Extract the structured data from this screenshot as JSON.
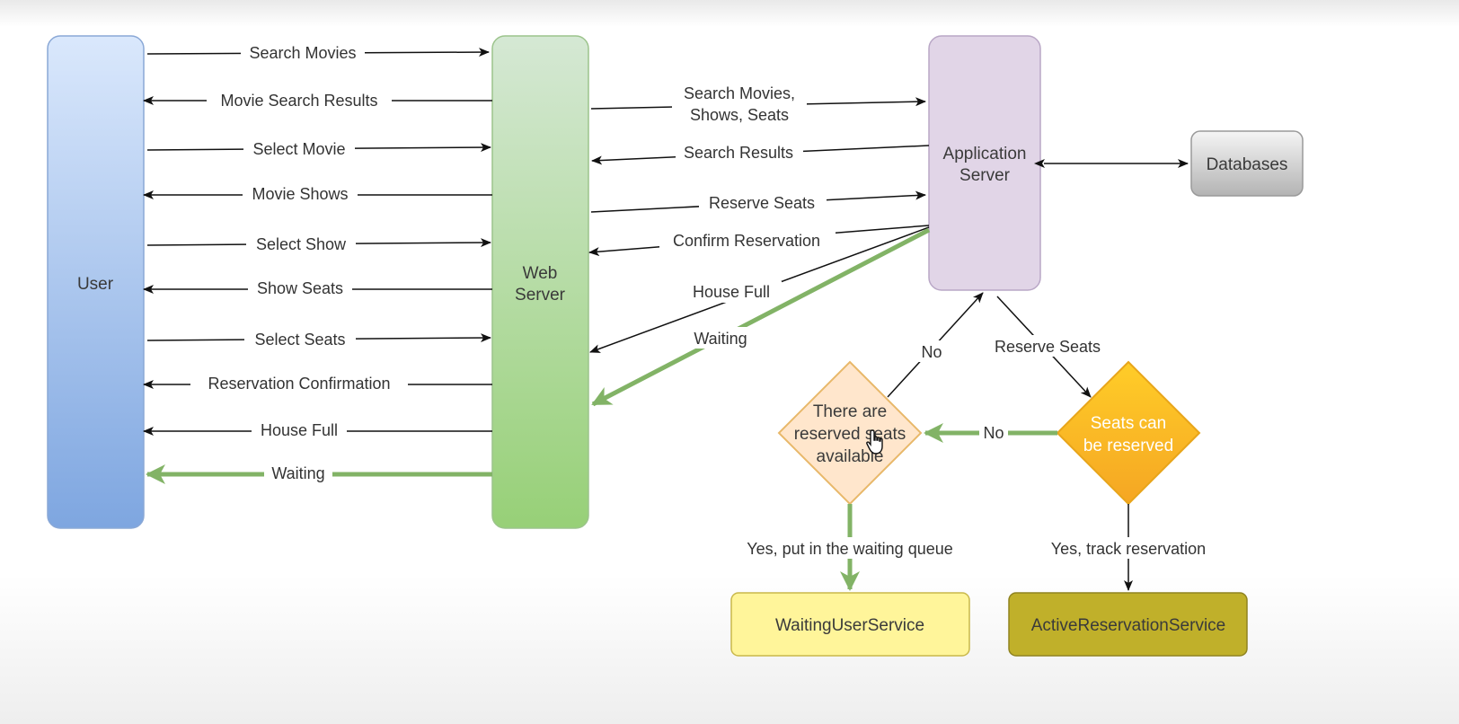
{
  "nodes": {
    "user": "User",
    "web_server": [
      "Web",
      "Server"
    ],
    "app_server": [
      "Application",
      "Server"
    ],
    "databases": "Databases",
    "check_available": [
      "There are",
      "reserved seats",
      "available"
    ],
    "can_reserve": [
      "Seats can",
      "be reserved"
    ],
    "waiting_service": "WaitingUserService",
    "active_service": "ActiveReservationService"
  },
  "user_web": [
    {
      "label": "Search Movies",
      "dir": "right"
    },
    {
      "label": "Movie Search Results",
      "dir": "left"
    },
    {
      "label": "Select Movie",
      "dir": "right"
    },
    {
      "label": "Movie Shows",
      "dir": "left"
    },
    {
      "label": "Select Show",
      "dir": "right"
    },
    {
      "label": "Show Seats",
      "dir": "left"
    },
    {
      "label": "Select Seats",
      "dir": "right"
    },
    {
      "label": "Reservation Confirmation",
      "dir": "left"
    },
    {
      "label": "House Full",
      "dir": "left"
    },
    {
      "label": "Waiting",
      "dir": "left",
      "style": "green"
    }
  ],
  "web_app": {
    "search": [
      "Search Movies,",
      "Shows, Seats"
    ],
    "results": "Search Results",
    "reserve": "Reserve Seats",
    "confirm": "Confirm Reservation",
    "house_full": "House Full",
    "waiting": "Waiting"
  },
  "flow": {
    "reserve_seats": "Reserve Seats",
    "no_to_app": "No",
    "no_to_check": "No",
    "yes_waiting": "Yes, put in the waiting queue",
    "yes_track": "Yes, track reservation"
  },
  "colors": {
    "user_fill_top": "#dae8fc",
    "user_fill_bottom": "#7ea6e0",
    "web_fill_top": "#d5e8d4",
    "web_fill_bottom": "#97d077",
    "app_fill": "#e1d5e7",
    "green_arrow": "#82b366",
    "decision_orange": "#f5a623",
    "decision_light": "#ffe6cc",
    "waiting_fill": "#fff59a",
    "active_fill": "#c0b02a"
  }
}
